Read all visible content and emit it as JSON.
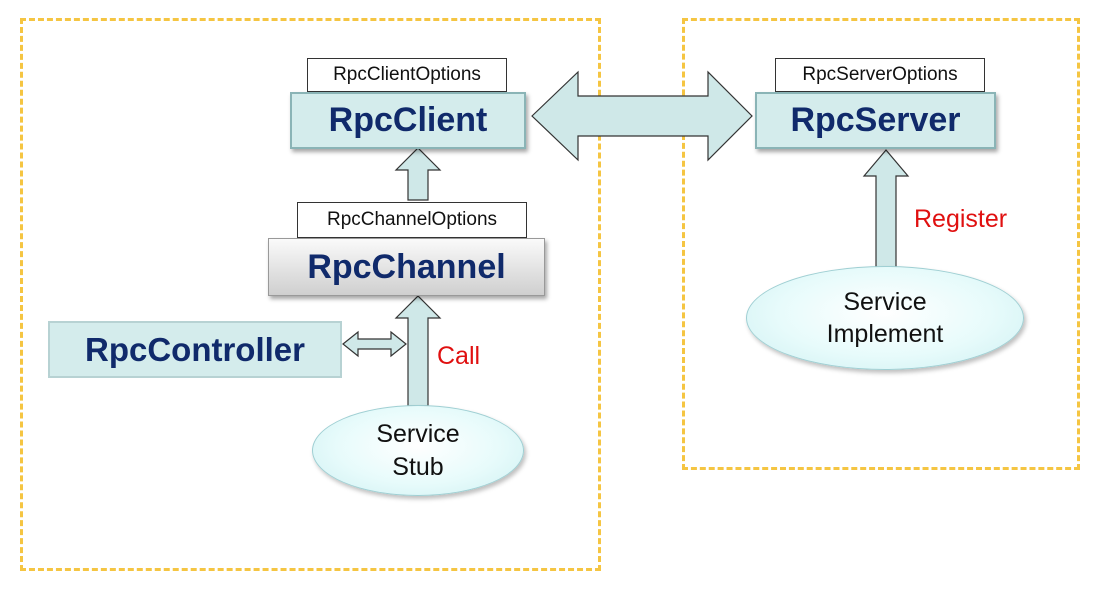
{
  "client": {
    "client_options": "RpcClientOptions",
    "client": "RpcClient",
    "channel_options": "RpcChannelOptions",
    "channel": "RpcChannel",
    "controller": "RpcController",
    "call_label": "Call",
    "stub_line1": "Service",
    "stub_line2": "Stub"
  },
  "server": {
    "server_options": "RpcServerOptions",
    "server": "RpcServer",
    "register_label": "Register",
    "impl_line1": "Service",
    "impl_line2": "Implement"
  },
  "colors": {
    "component_text": "#102a6b",
    "component_fill": "#d4ecec",
    "arrow_fill": "#cfe8e8",
    "label_red": "#e01010",
    "region_border": "#f5c542"
  }
}
